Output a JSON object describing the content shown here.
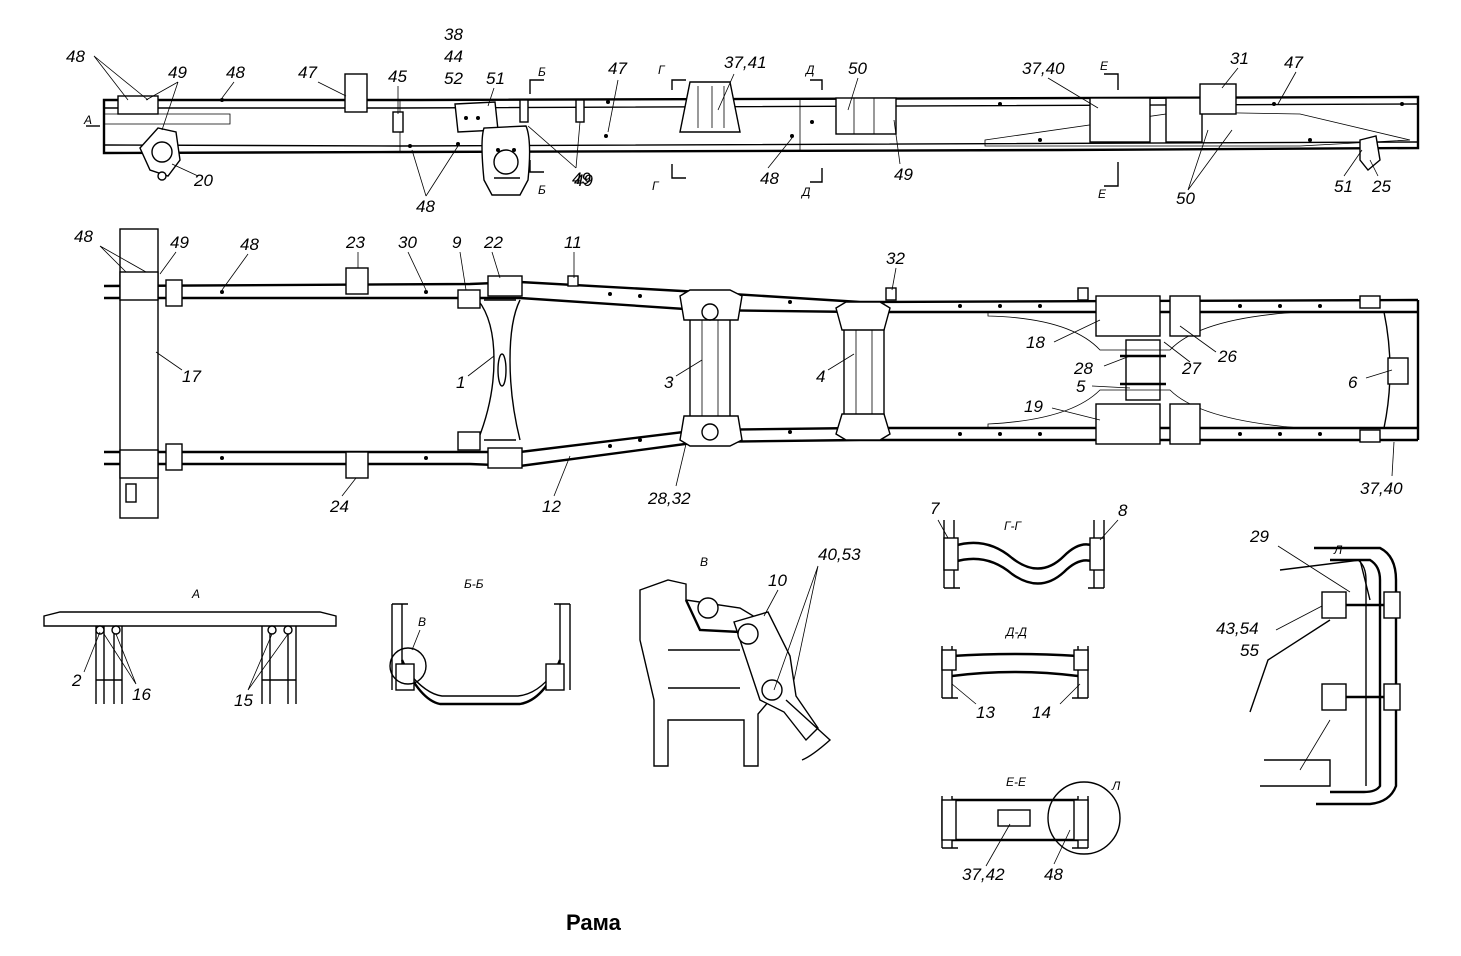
{
  "title": "Рама",
  "view_labels": {
    "a": "А",
    "bb": "Б-Б",
    "v": "В",
    "gg": "Г-Г",
    "dd": "Д-Д",
    "ee": "Е-Е",
    "l": "Л"
  },
  "section_marks": {
    "a_side": "А",
    "b_top": "Б",
    "b_bottom": "Б",
    "g_top": "Г",
    "g_bottom": "Г",
    "d_top": "Д",
    "d_bottom": "Д",
    "e_top": "Е",
    "e_bottom": "Е"
  },
  "callouts": {
    "side_view": [
      "48",
      "49",
      "48",
      "47",
      "45",
      "38",
      "44",
      "52",
      "51",
      "49",
      "47",
      "37,41",
      "50",
      "49",
      "48",
      "37,40",
      "31",
      "47",
      "50",
      "51",
      "25",
      "20",
      "48",
      "49"
    ],
    "plan_view": [
      "48",
      "49",
      "48",
      "23",
      "30",
      "9",
      "22",
      "11",
      "32",
      "17",
      "1",
      "3",
      "4",
      "18",
      "28",
      "27",
      "26",
      "5",
      "19",
      "6",
      "24",
      "12",
      "28,32",
      "37,40"
    ],
    "view_a": [
      "2",
      "16",
      "15"
    ],
    "view_bb": [
      "В"
    ],
    "view_v": [
      "10",
      "40,53"
    ],
    "view_gg": [
      "7",
      "8"
    ],
    "view_dd": [
      "13",
      "14"
    ],
    "view_ee": [
      "37,42",
      "48",
      "Л"
    ],
    "view_l": [
      "29",
      "43,54",
      "55"
    ]
  }
}
